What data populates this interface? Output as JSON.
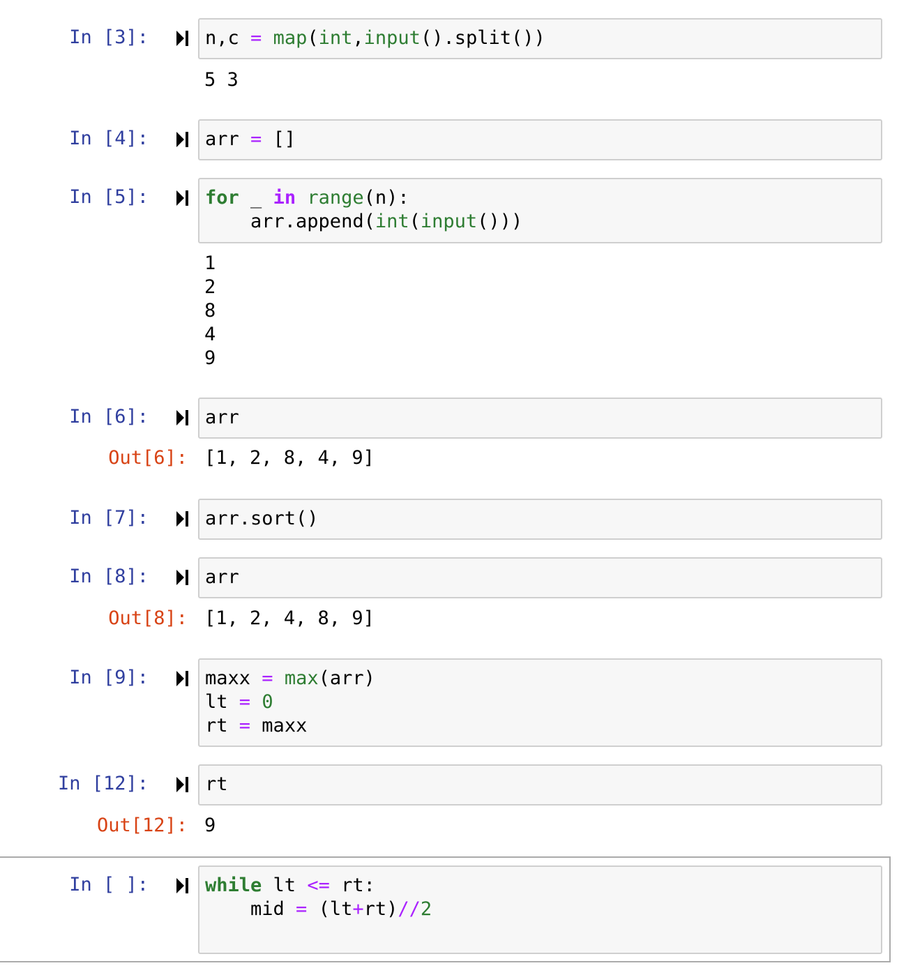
{
  "cells": [
    {
      "prompt": "In [3]:",
      "code": "n,c = map(int,input().split())",
      "stdout": [
        "5 3"
      ]
    },
    {
      "prompt": "In [4]:",
      "code": "arr = []"
    },
    {
      "prompt": "In [5]:",
      "code_lines": [
        "for _ in range(n):",
        "    arr.append(int(input()))"
      ],
      "stdout": [
        "1",
        "2",
        "8",
        "4",
        "9"
      ]
    },
    {
      "prompt": "In [6]:",
      "code": "arr",
      "out_prompt": "Out[6]:",
      "result": "[1, 2, 8, 4, 9]"
    },
    {
      "prompt": "In [7]:",
      "code": "arr.sort()"
    },
    {
      "prompt": "In [8]:",
      "code": "arr",
      "out_prompt": "Out[8]:",
      "result": "[1, 2, 4, 8, 9]"
    },
    {
      "prompt": "In [9]:",
      "code_lines": [
        "maxx = max(arr)",
        "lt = 0",
        "rt = maxx"
      ]
    },
    {
      "prompt": "In [12]:",
      "code": "rt",
      "out_prompt": "Out[12]:",
      "result": "9"
    },
    {
      "prompt": "In [ ]:",
      "code_lines": [
        "while lt <= rt:",
        "    mid = (lt+rt)//2"
      ],
      "selected": true
    }
  ],
  "colors": {
    "in_prompt": "#303f9f",
    "out_prompt": "#d84315",
    "keyword": "#2e7d32",
    "operator": "#aa22ff",
    "cell_bg": "#f7f7f7",
    "cell_border": "#cfcfcf"
  },
  "icons": {
    "run": "run-cell-icon"
  }
}
